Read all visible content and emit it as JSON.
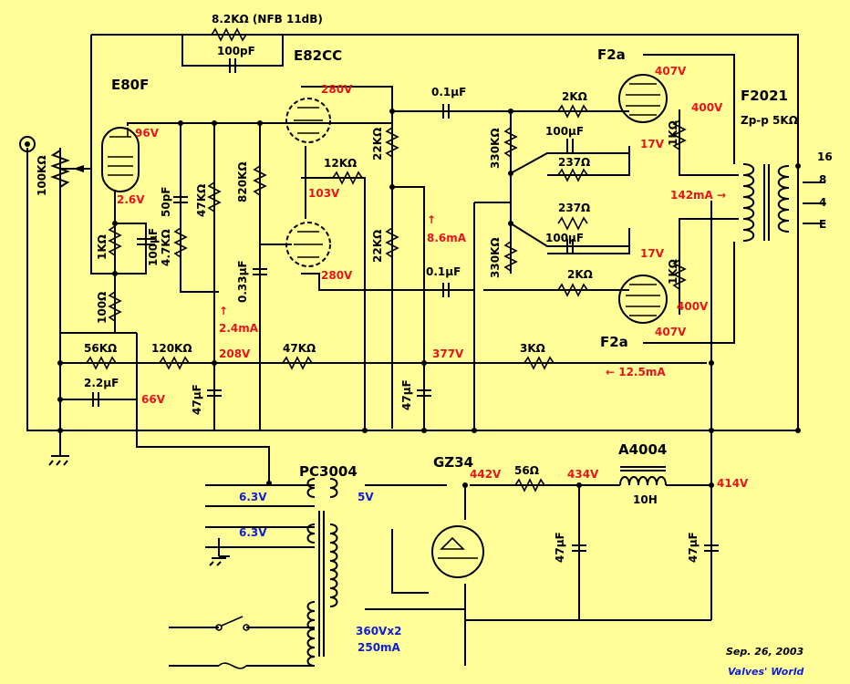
{
  "tubes": {
    "input": "E80F",
    "driver": "E82CC",
    "output_top": "F2a",
    "output_bottom": "F2a",
    "rectifier": "GZ34"
  },
  "transformers": {
    "output": "F2021",
    "output_impedance": "Zp-p 5KΩ",
    "power": "PC3004",
    "choke": "A4004",
    "choke_value": "10H"
  },
  "output_taps": [
    "16",
    "8",
    "4",
    "E"
  ],
  "components": {
    "nfb": "8.2KΩ (NFB 11dB)",
    "nfb_cap": "100pF",
    "vol": "100KΩ",
    "r1k": "1KΩ",
    "c100u": "100μF",
    "r100": "100Ω",
    "c50p": "50pF",
    "r47k": "47KΩ",
    "r4k7": "4.7KΩ",
    "r820k": "820KΩ",
    "c033": "0.33μF",
    "r12k": "12KΩ",
    "r22k_a": "22KΩ",
    "r22k_b": "22KΩ",
    "c01_top": "0.1μF",
    "c01_bot": "0.1μF",
    "r330k_top": "330KΩ",
    "r330k_bot": "330KΩ",
    "r2k_top": "2KΩ",
    "r2k_bot": "2KΩ",
    "c100u_top": "100μF",
    "c100u_bot": "100μF",
    "r237_top": "237Ω",
    "r237_bot": "237Ω",
    "r1k_top": "1KΩ",
    "r1k_bot": "1KΩ",
    "r56k": "56KΩ",
    "r120k": "120KΩ",
    "r47k_b": "47KΩ",
    "r3k": "3KΩ",
    "c22u": "2.2μF",
    "c47u_a": "47μF",
    "c47u_b": "47μF",
    "c47u_c": "47μF",
    "c47u_d": "47μF",
    "r56": "56Ω"
  },
  "voltages": {
    "e80f_plate": "96V",
    "e80f_cathode": "2.6V",
    "ecc_plate_top": "280V",
    "ecc_cathode": "103V",
    "ecc_plate_bot": "280V",
    "f2a_plate_top": "407V",
    "f2a_screen_top": "400V",
    "f2a_cath_top": "17V",
    "f2a_cath_bot": "17V",
    "f2a_screen_bot": "400V",
    "f2a_plate_bot": "407V",
    "b208": "208V",
    "b377": "377V",
    "b66": "66V",
    "b442": "442V",
    "b434": "434V",
    "b414": "414V"
  },
  "currents": {
    "i24": "↑\n2.4mA",
    "i86": "↑\n8.6mA",
    "i142": "142mA →",
    "i125": "← 12.5mA"
  },
  "power_secondary": {
    "heater1": "6.3V",
    "heater2": "6.3V",
    "rect_heater": "5V",
    "hv": "360Vx2",
    "hv_current": "250mA"
  },
  "footer": {
    "date": "Sep. 26, 2003",
    "credit": "Valves' World"
  }
}
